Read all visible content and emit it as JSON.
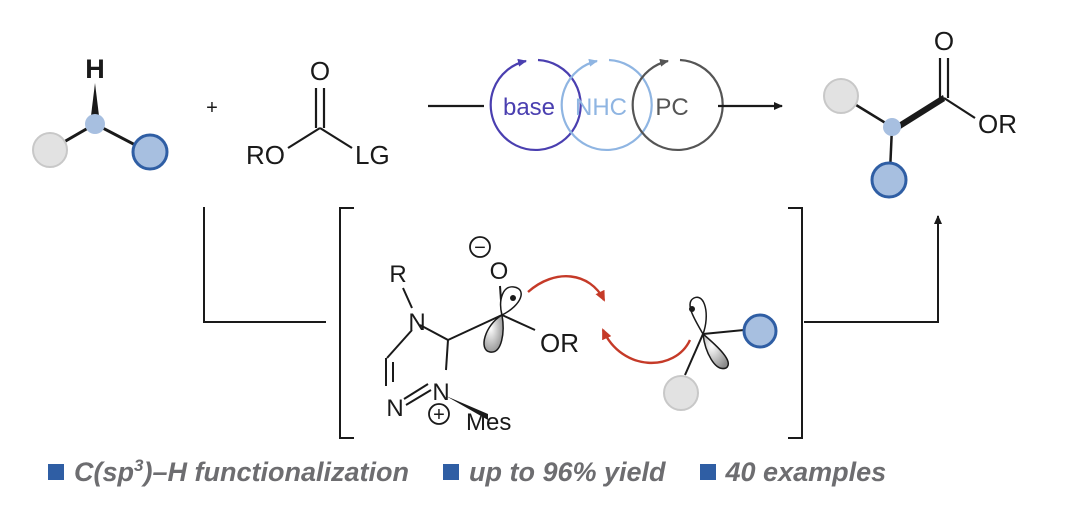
{
  "reactant": {
    "h": "H"
  },
  "plus": "+",
  "ester": {
    "o": "O",
    "ro": "RO",
    "lg": "LG"
  },
  "cycles": {
    "base": "base",
    "nhc": "NHC",
    "pc": "PC"
  },
  "product": {
    "o": "O",
    "or": "OR"
  },
  "intermediate": {
    "r": "R",
    "n4": "N",
    "n1": "N",
    "n2": "N",
    "plus_charge": "+",
    "mes": "Mes",
    "o": "O",
    "minus_charge": "−",
    "or": "OR"
  },
  "footer": {
    "items": [
      {
        "pre": "C(sp",
        "sup": "3",
        "post": ")–H functionalization"
      },
      {
        "text": "up to 96% yield"
      },
      {
        "text": "40 examples"
      }
    ]
  },
  "colors": {
    "blue_fill": "#a7bfe0",
    "blue_stroke": "#2f5ea4",
    "grey_fill": "#e2e2e2",
    "grey_stroke": "#c8c8c8",
    "base": "#4a3fb0",
    "nhc": "#8fb5e2",
    "pc": "#555555",
    "arrow_red": "#c53a28",
    "bullet": "#2f5ea4",
    "footer_text": "#6d6d70"
  }
}
